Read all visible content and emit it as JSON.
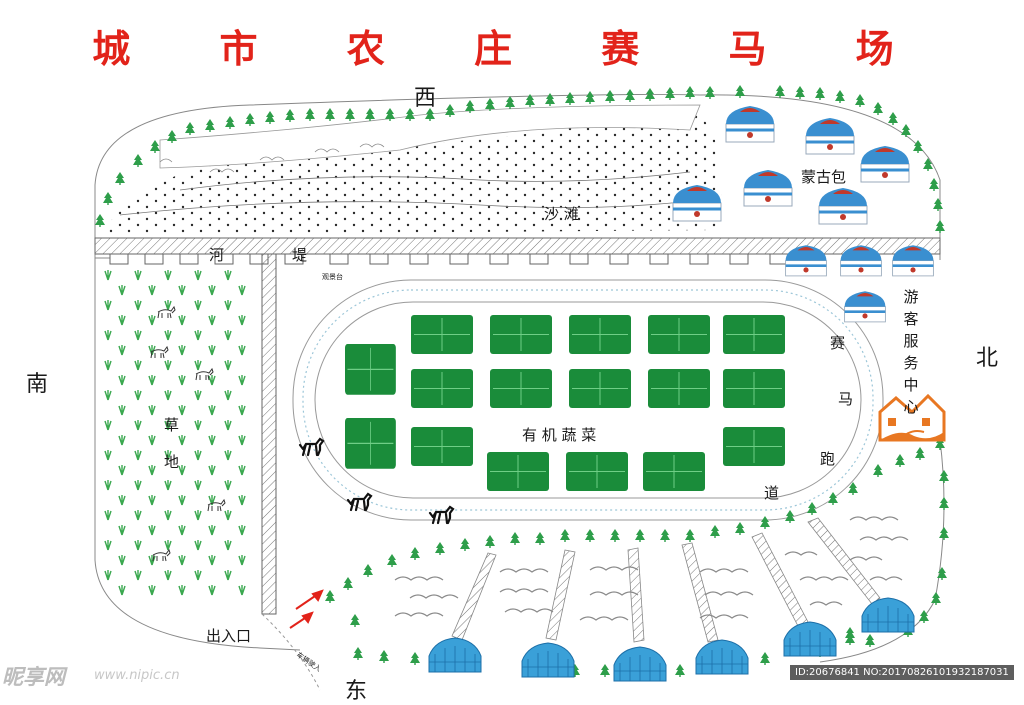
{
  "title": "城 市 农 庄 赛 马 场",
  "directions": {
    "west": "西",
    "east": "东",
    "south": "南",
    "north": "北"
  },
  "areas": {
    "sand_beach": "沙 滩",
    "mongolian_yurts": "蒙古包",
    "river_embankment_1": "河",
    "river_embankment_2": "堤",
    "viewing_platform": "观景台",
    "grassland_1": "草",
    "grassland_2": "地",
    "organic_vegetables": "有 机 蔬 菜",
    "racetrack": [
      "赛",
      "马",
      "跑",
      "道"
    ],
    "visitor_center": "游客服务中心",
    "entrance": "出入口",
    "vehicle_entry": "车辆驶入"
  },
  "watermark": {
    "logo": "昵享网",
    "url": "www.nipic.cn",
    "id_text": "ID:20676841 NO:20170826101932187031"
  },
  "colors": {
    "title": "#e2231a",
    "field_green": "#1a8c3a",
    "tree_green": "#2e9e4a",
    "yurt_blue": "#3aa0d8",
    "visitor_center_orange": "#e87722",
    "arrow_red": "#e2231a"
  }
}
